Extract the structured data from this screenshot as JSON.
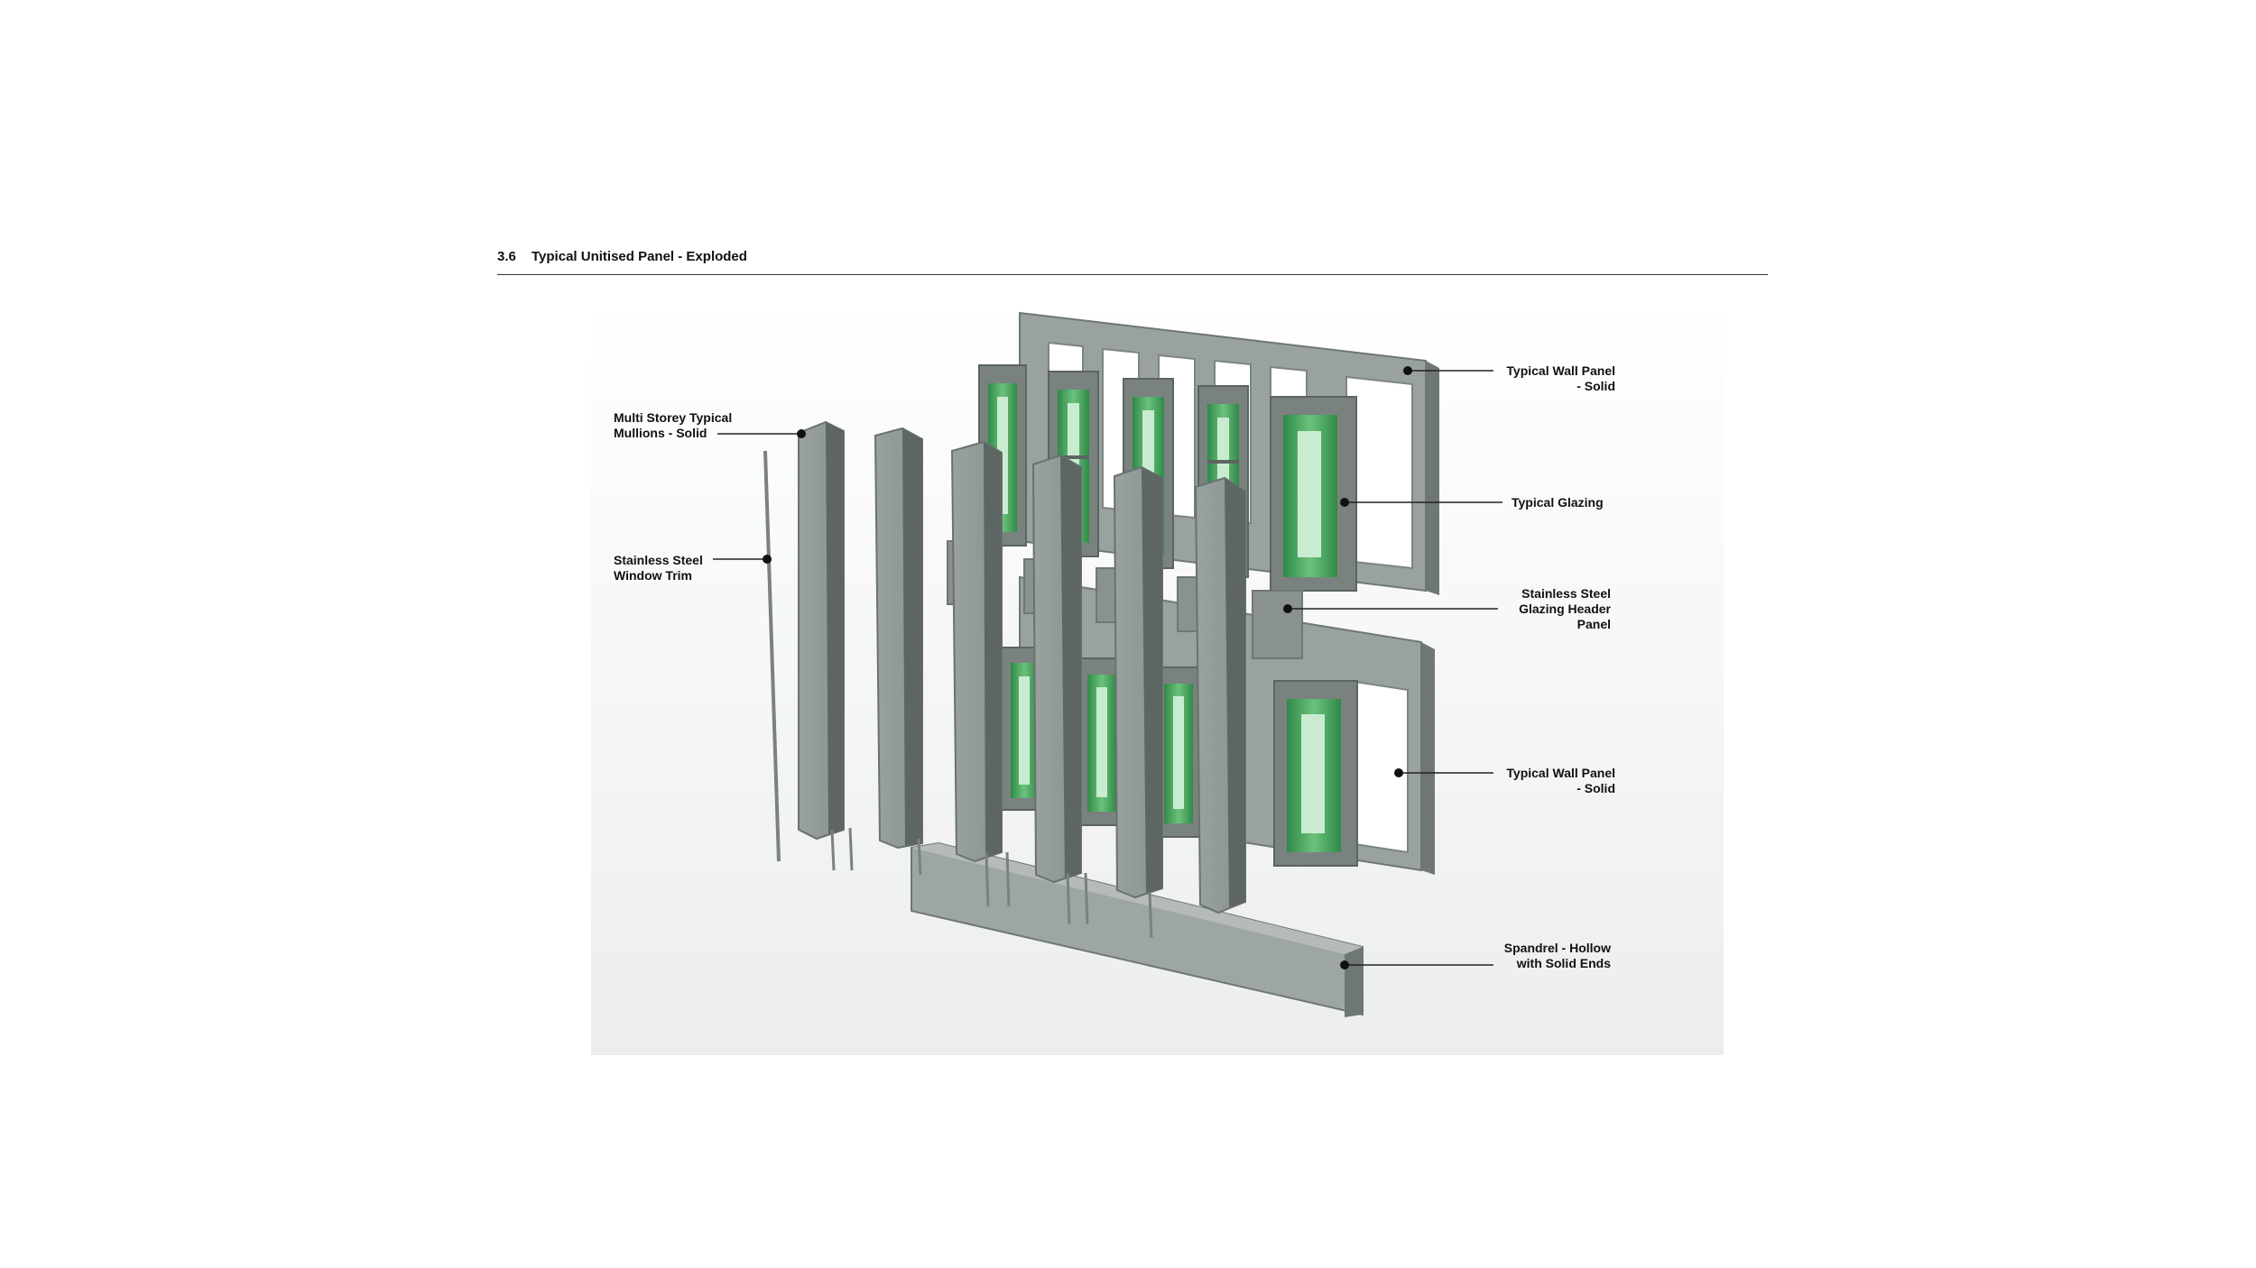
{
  "header": {
    "section_number": "3.6",
    "section_title": "Typical Unitised Panel - Exploded"
  },
  "labels": {
    "mullions": [
      "Multi Storey Typical",
      "Mullions - Solid"
    ],
    "window_trim": [
      "Stainless Steel",
      "Window Trim"
    ],
    "wall_panel_top": [
      "Typical Wall Panel",
      "- Solid"
    ],
    "glazing": [
      "Typical Glazing"
    ],
    "header_panel": [
      "Stainless  Steel",
      "Glazing Header",
      "Panel"
    ],
    "wall_panel_bottom": [
      "Typical Wall Panel",
      "- Solid"
    ],
    "spandrel": [
      "Spandrel - Hollow",
      "with Solid Ends"
    ]
  },
  "colors": {
    "frame": "#8e9694",
    "frame_dark": "#6f7775",
    "glass": "#3d9a55",
    "glass_light": "#8fd19a",
    "leader": "#222222",
    "rule": "#333333"
  }
}
